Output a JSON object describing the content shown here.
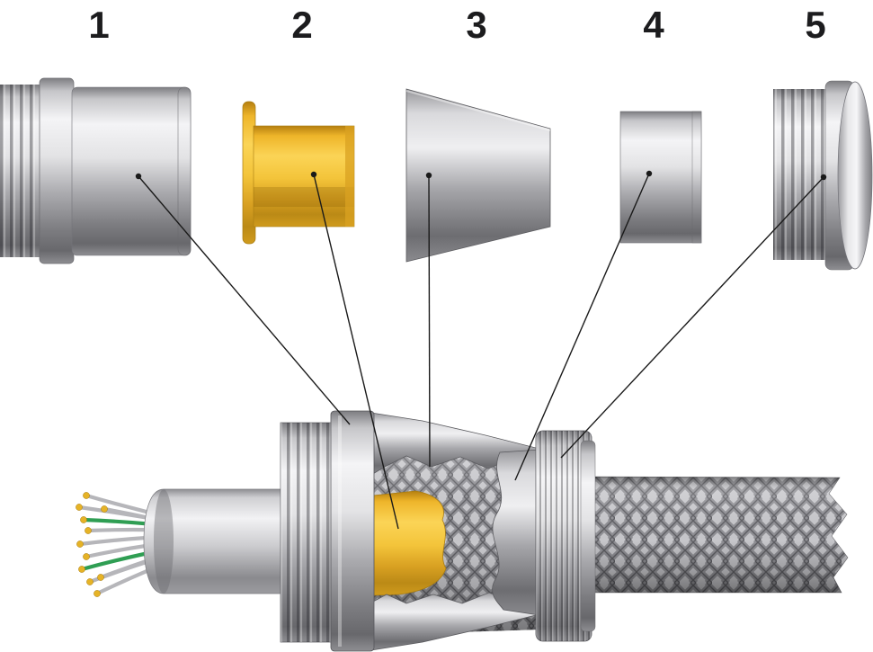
{
  "diagram": {
    "labels": {
      "part1": "1",
      "part2": "2",
      "part3": "3",
      "part4": "4",
      "part5": "5"
    }
  },
  "colors": {
    "background": "#ffffff",
    "leader_line": "#1a1a1a",
    "metal_highlight": "#f4f4f6",
    "metal_mid": "#ababaf",
    "metal_shadow": "#68686c",
    "grommet_gold": "#f3c43a",
    "grommet_gold_dark": "#c9901a",
    "wire_green": "#2f9e53",
    "wire_tip_gold": "#e6b326",
    "braid_base": "#c6c6ca",
    "braid_strand": "#8f8f94"
  }
}
